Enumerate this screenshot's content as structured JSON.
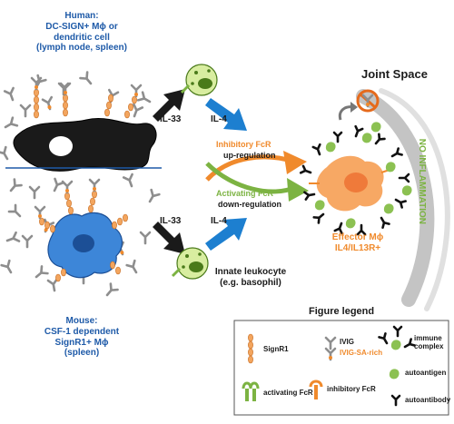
{
  "human_label": [
    "Human:",
    "DC-SIGN+ Mϕ or",
    "dendritic cell",
    "(lymph node, spleen)"
  ],
  "mouse_label": [
    "Mouse:",
    "CSF-1 dependent",
    "SignR1+ Mϕ",
    "(spleen)"
  ],
  "joint_space": "Joint Space",
  "no_inflammation": "NO INFLAMMATION",
  "il33_top": "IL-33",
  "il4_top": "IL-4",
  "il33_bottom": "IL-33",
  "il4_bottom": "IL-4",
  "inhibitory_title": "Inhibitory FcR",
  "inhibitory_sub": "up-regulation",
  "activating_title": "Activating FcR",
  "activating_sub": "down-regulation",
  "innate_leukocyte": [
    "Innate leukocyte",
    "(e.g. basophil)"
  ],
  "effector": [
    "Effector Mϕ",
    "IL4/IL13R+"
  ],
  "legend": {
    "title": "Figure legend",
    "signr1": "SignR1",
    "ivig": "IVIG",
    "ivig_sa": "IVIG-SA-rich",
    "immune_complex": [
      "immune",
      "complex"
    ],
    "autoantigen": "autoantigen",
    "activating_fcr": "activating FcR",
    "inhibitory_fcr": "inhibitory FcR",
    "autoantibody": "autoantibody"
  },
  "colors": {
    "blue_text": "#1e5aa8",
    "orange": "#f08a2c",
    "green": "#7cb342",
    "dark_cell": "#1a1a1a",
    "blue_cell": "#3d86d8",
    "arrow_blue": "#1d7fd0",
    "arrow_black": "#1a1a1a",
    "leukocyte": "#d8eda0",
    "effector_cell": "#f7a35c",
    "nucleus": "#ef7a3a",
    "joint_gray": "#bdbdbd"
  }
}
